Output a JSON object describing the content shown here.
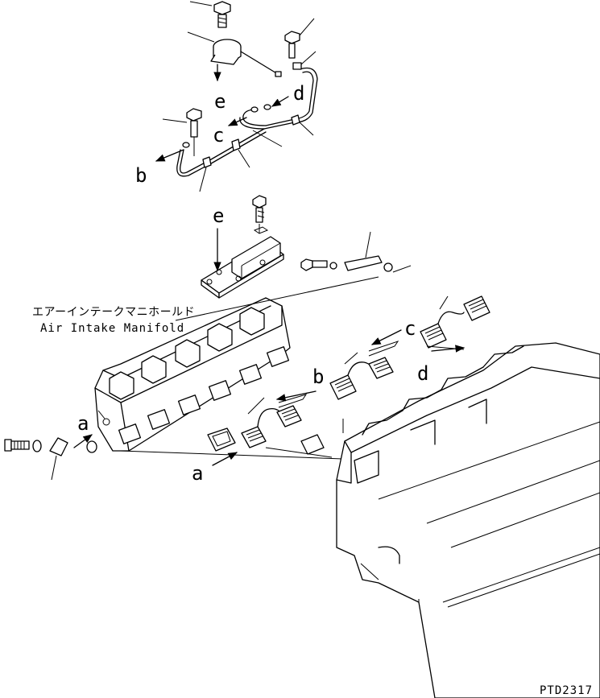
{
  "diagram": {
    "part_name_jp": "エアーインテークマニホールド",
    "part_name_en": "Air Intake Manifold",
    "drawing_code": "PTD2317",
    "callouts": {
      "a": "a",
      "b": "b",
      "c": "c",
      "d": "d",
      "e": "e"
    }
  }
}
